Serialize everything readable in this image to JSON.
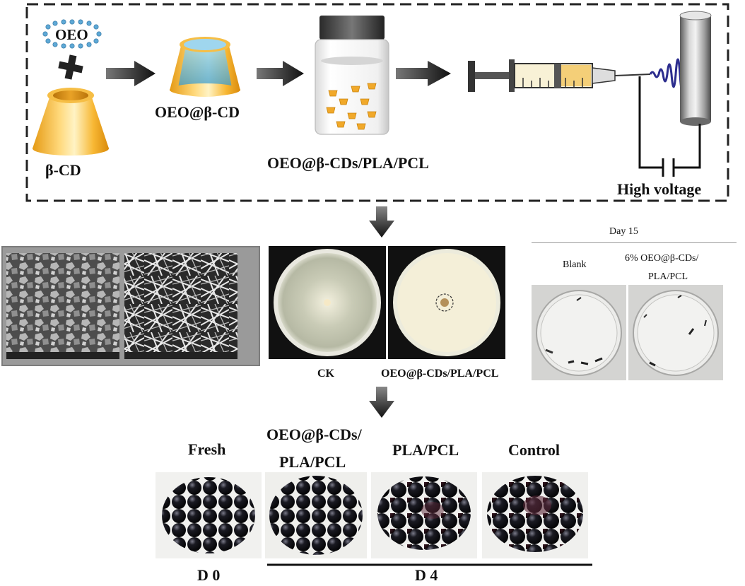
{
  "top_panel": {
    "oeo_label": "OEO",
    "bcd_label": "β-CD",
    "complex_label": "OEO@β-CD",
    "solution_label": "OEO@β-CDs/PLA/PCL",
    "voltage_label": "High voltage"
  },
  "plates": {
    "ck_label": "CK",
    "treated_label": "OEO@β-CDs/PLA/PCL"
  },
  "dishes": {
    "title": "Day 15",
    "blank_label": "Blank",
    "treated_label_line1": "6% OEO@β-CDs/",
    "treated_label_line2": "PLA/PCL"
  },
  "berries": {
    "fresh_label": "Fresh",
    "oeo_label_line1": "OEO@β-CDs/",
    "oeo_label_line2": "PLA/PCL",
    "plapcl_label": "PLA/PCL",
    "control_label": "Control",
    "d0_label": "D 0",
    "d4_label": "D 4"
  }
}
